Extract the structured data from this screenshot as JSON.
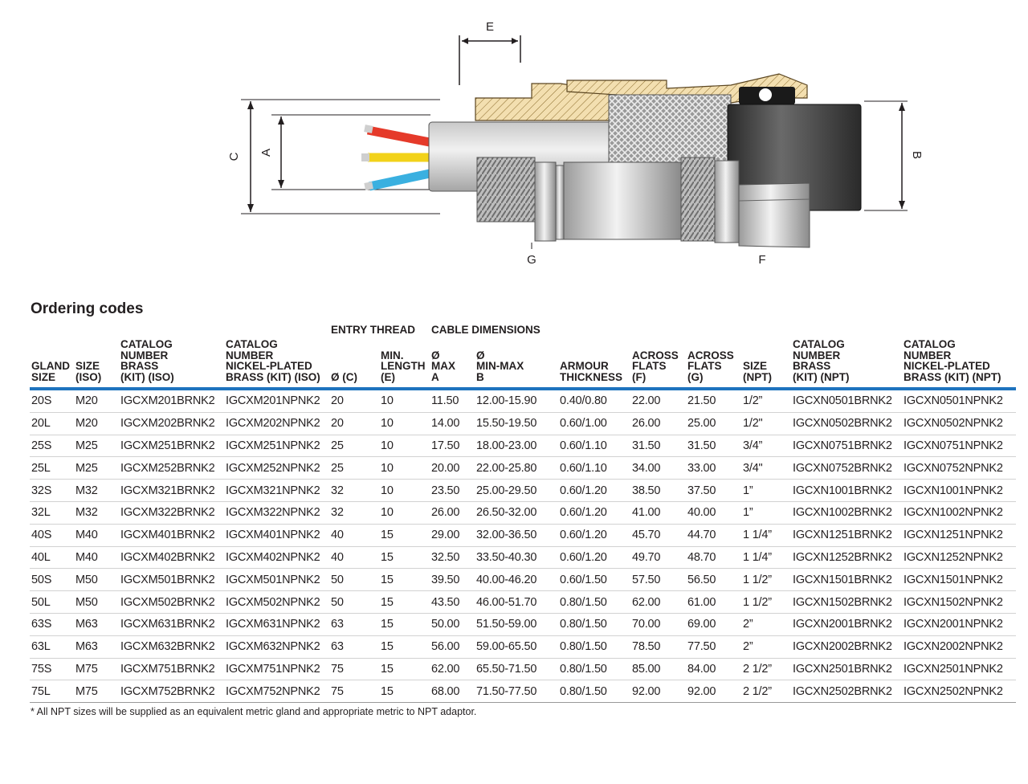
{
  "diagram": {
    "labels": {
      "e": "E",
      "c": "C",
      "a": "A",
      "b": "B",
      "g": "G",
      "f": "F"
    }
  },
  "section_title": "Ordering codes",
  "group_headers": {
    "entry_thread": "ENTRY THREAD",
    "cable_dimensions": "CABLE DIMENSIONS"
  },
  "columns": [
    "GLAND\nSIZE",
    "SIZE\n(ISO)",
    "CATALOG\nNUMBER\nBRASS\n(KIT) (ISO)",
    "CATALOG\nNUMBER\nNICKEL-PLATED\nBRASS (KIT) (ISO)",
    "Ø (C)",
    "MIN.\nLENGTH\n(E)",
    "Ø\nMAX\nA",
    "Ø\nMIN-MAX\nB",
    "ARMOUR\nTHICKNESS",
    "ACROSS\nFLATS\n(F)",
    "ACROSS\nFLATS\n(G)",
    "SIZE\n(NPT)",
    "CATALOG\nNUMBER\nBRASS\n(KIT) (NPT)",
    "CATALOG\nNUMBER\nNICKEL-PLATED\nBRASS (KIT) (NPT)"
  ],
  "rows": [
    [
      "20S",
      "M20",
      "IGCXM201BRNK2",
      "IGCXM201NPNK2",
      "20",
      "10",
      "11.50",
      "12.00-15.90",
      "0.40/0.80",
      "22.00",
      "21.50",
      "1/2”",
      "IGCXN0501BRNK2",
      "IGCXN0501NPNK2"
    ],
    [
      "20L",
      "M20",
      "IGCXM202BRNK2",
      "IGCXM202NPNK2",
      "20",
      "10",
      "14.00",
      "15.50-19.50",
      "0.60/1.00",
      "26.00",
      "25.00",
      "1/2\"",
      "IGCXN0502BRNK2",
      "IGCXN0502NPNK2"
    ],
    [
      "25S",
      "M25",
      "IGCXM251BRNK2",
      "IGCXM251NPNK2",
      "25",
      "10",
      "17.50",
      "18.00-23.00",
      "0.60/1.10",
      "31.50",
      "31.50",
      "3/4”",
      "IGCXN0751BRNK2",
      "IGCXN0751NPNK2"
    ],
    [
      "25L",
      "M25",
      "IGCXM252BRNK2",
      "IGCXM252NPNK2",
      "25",
      "10",
      "20.00",
      "22.00-25.80",
      "0.60/1.10",
      "34.00",
      "33.00",
      "3/4\"",
      "IGCXN0752BRNK2",
      "IGCXN0752NPNK2"
    ],
    [
      "32S",
      "M32",
      "IGCXM321BRNK2",
      "IGCXM321NPNK2",
      "32",
      "10",
      "23.50",
      "25.00-29.50",
      "0.60/1.20",
      "38.50",
      "37.50",
      "1”",
      "IGCXN1001BRNK2",
      "IGCXN1001NPNK2"
    ],
    [
      "32L",
      "M32",
      "IGCXM322BRNK2",
      "IGCXM322NPNK2",
      "32",
      "10",
      "26.00",
      "26.50-32.00",
      "0.60/1.20",
      "41.00",
      "40.00",
      "1”",
      "IGCXN1002BRNK2",
      "IGCXN1002NPNK2"
    ],
    [
      "40S",
      "M40",
      "IGCXM401BRNK2",
      "IGCXM401NPNK2",
      "40",
      "15",
      "29.00",
      "32.00-36.50",
      "0.60/1.20",
      "45.70",
      "44.70",
      "1 1/4”",
      "IGCXN1251BRNK2",
      "IGCXN1251NPNK2"
    ],
    [
      "40L",
      "M40",
      "IGCXM402BRNK2",
      "IGCXM402NPNK2",
      "40",
      "15",
      "32.50",
      "33.50-40.30",
      "0.60/1.20",
      "49.70",
      "48.70",
      "1 1/4”",
      "IGCXN1252BRNK2",
      "IGCXN1252NPNK2"
    ],
    [
      "50S",
      "M50",
      "IGCXM501BRNK2",
      "IGCXM501NPNK2",
      "50",
      "15",
      "39.50",
      "40.00-46.20",
      "0.60/1.50",
      "57.50",
      "56.50",
      "1 1/2”",
      "IGCXN1501BRNK2",
      "IGCXN1501NPNK2"
    ],
    [
      "50L",
      "M50",
      "IGCXM502BRNK2",
      "IGCXM502NPNK2",
      "50",
      "15",
      "43.50",
      "46.00-51.70",
      "0.80/1.50",
      "62.00",
      "61.00",
      "1 1/2”",
      "IGCXN1502BRNK2",
      "IGCXN1502NPNK2"
    ],
    [
      "63S",
      "M63",
      "IGCXM631BRNK2",
      "IGCXM631NPNK2",
      "63",
      "15",
      "50.00",
      "51.50-59.00",
      "0.80/1.50",
      "70.00",
      "69.00",
      "2”",
      "IGCXN2001BRNK2",
      "IGCXN2001NPNK2"
    ],
    [
      "63L",
      "M63",
      "IGCXM632BRNK2",
      "IGCXM632NPNK2",
      "63",
      "15",
      "56.00",
      "59.00-65.50",
      "0.80/1.50",
      "78.50",
      "77.50",
      "2”",
      "IGCXN2002BRNK2",
      "IGCXN2002NPNK2"
    ],
    [
      "75S",
      "M75",
      "IGCXM751BRNK2",
      "IGCXM751NPNK2",
      "75",
      "15",
      "62.00",
      "65.50-71.50",
      "0.80/1.50",
      "85.00",
      "84.00",
      "2 1/2”",
      "IGCXN2501BRNK2",
      "IGCXN2501NPNK2"
    ],
    [
      "75L",
      "M75",
      "IGCXM752BRNK2",
      "IGCXM752NPNK2",
      "75",
      "15",
      "68.00",
      "71.50-77.50",
      "0.80/1.50",
      "92.00",
      "92.00",
      "2 1/2”",
      "IGCXN2502BRNK2",
      "IGCXN2502NPNK2"
    ]
  ],
  "footnote": "* All NPT sizes will be supplied as an equivalent metric gland and appropriate metric to NPT adaptor.",
  "colors": {
    "header_rule": "#1e73be",
    "row_rule": "#d2d2d2",
    "brass": "#f3dfb0",
    "wire_red": "#e53a2a",
    "wire_yellow": "#f2d21a",
    "wire_blue": "#3ab0e0"
  }
}
